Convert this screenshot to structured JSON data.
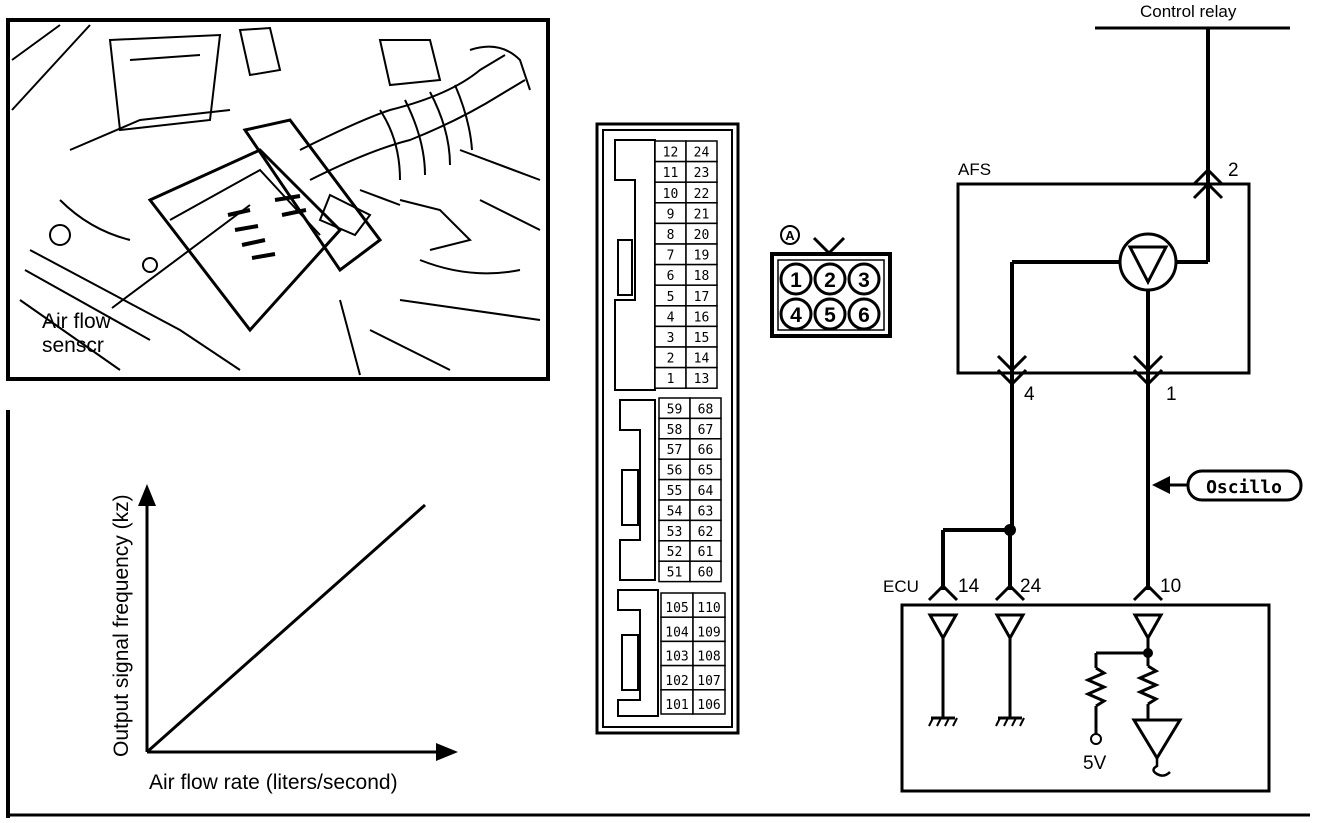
{
  "photo": {
    "label_line1": "Air flow",
    "label_line2": "senscr"
  },
  "graph": {
    "ylabel": "Output signal frequency (kz)",
    "xlabel": "Air flow rate (liters/second)"
  },
  "ecu_connector": {
    "block1": [
      [
        "12",
        "24"
      ],
      [
        "11",
        "23"
      ],
      [
        "10",
        "22"
      ],
      [
        "9",
        "21"
      ],
      [
        "8",
        "20"
      ],
      [
        "7",
        "19"
      ],
      [
        "6",
        "18"
      ],
      [
        "5",
        "17"
      ],
      [
        "4",
        "16"
      ],
      [
        "3",
        "15"
      ],
      [
        "2",
        "14"
      ],
      [
        "1",
        "13"
      ]
    ],
    "block2": [
      [
        "59",
        "68"
      ],
      [
        "58",
        "67"
      ],
      [
        "57",
        "66"
      ],
      [
        "56",
        "65"
      ],
      [
        "55",
        "64"
      ],
      [
        "54",
        "63"
      ],
      [
        "53",
        "62"
      ],
      [
        "52",
        "61"
      ],
      [
        "51",
        "60"
      ]
    ],
    "block3": [
      [
        "105",
        "110"
      ],
      [
        "104",
        "109"
      ],
      [
        "103",
        "108"
      ],
      [
        "102",
        "107"
      ],
      [
        "101",
        "106"
      ]
    ]
  },
  "afs_connector": {
    "marker": "A",
    "pins": [
      "1",
      "2",
      "3",
      "4",
      "5",
      "6"
    ]
  },
  "circuit": {
    "control_relay": "Control relay",
    "afs_label": "AFS",
    "pin_2": "2",
    "pin_4": "4",
    "pin_1": "1",
    "oscillo": "Oscillo",
    "ecu_label": "ECU",
    "pin_14": "14",
    "pin_24": "24",
    "pin_10": "10",
    "supply": "5V"
  }
}
